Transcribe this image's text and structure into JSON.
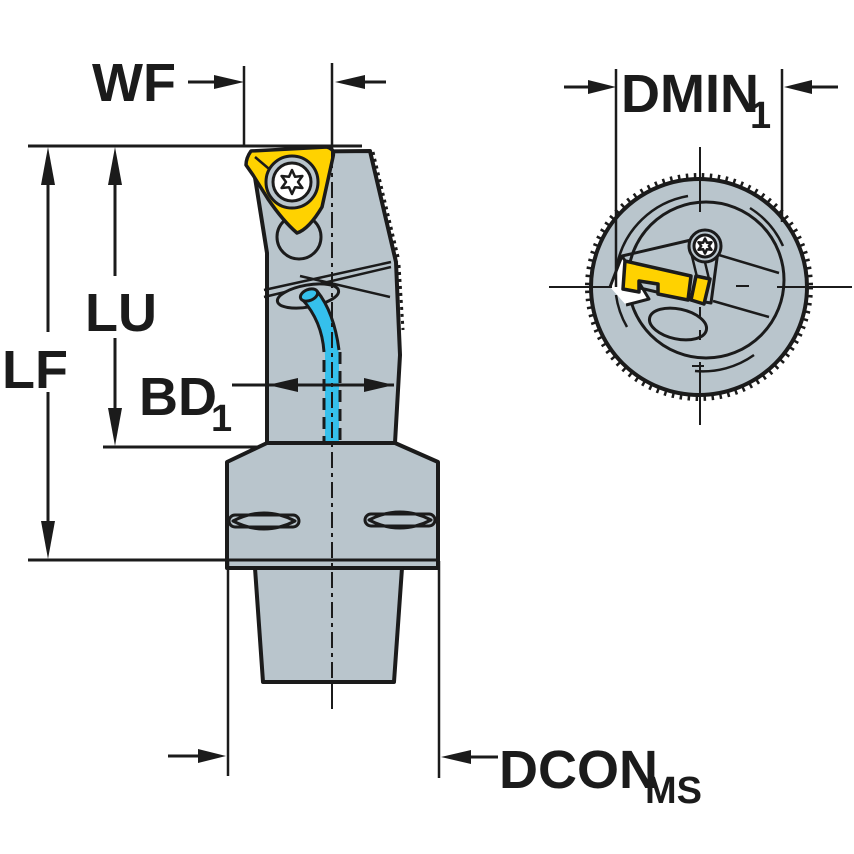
{
  "labels": {
    "wf": "WF",
    "lu": "LU",
    "lf": "LF",
    "bd_main": "BD",
    "bd_sub": "1",
    "dcon_main": "DCON",
    "dcon_sub": "MS",
    "dmin_main": "DMIN",
    "dmin_sub": "1"
  },
  "colors": {
    "background": "#ffffff",
    "outline": "#1b1b1b",
    "body": "#b9c5cc",
    "insert": "#ffd200",
    "coolant": "#35c0ec",
    "screwface": "#ffffff"
  }
}
